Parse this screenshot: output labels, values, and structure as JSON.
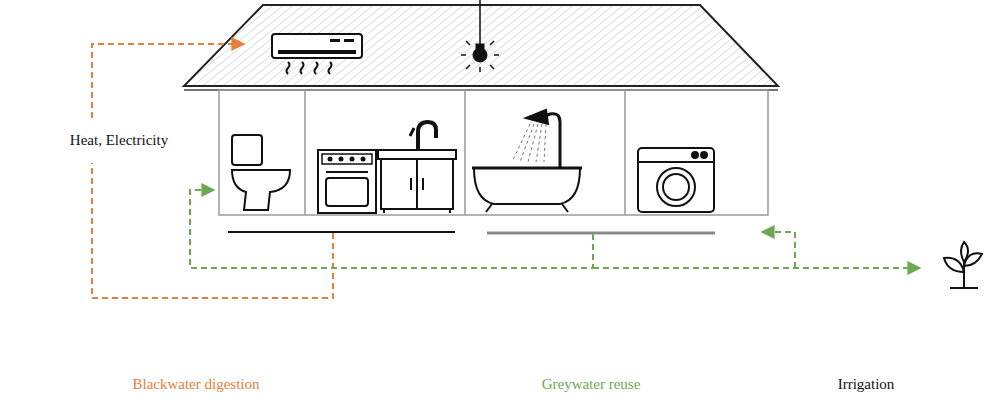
{
  "diagram": {
    "labels": [
      "Heat, Electricity",
      "Blackwater digestion",
      "Greywater reuse",
      "Irrigation"
    ]
  }
}
